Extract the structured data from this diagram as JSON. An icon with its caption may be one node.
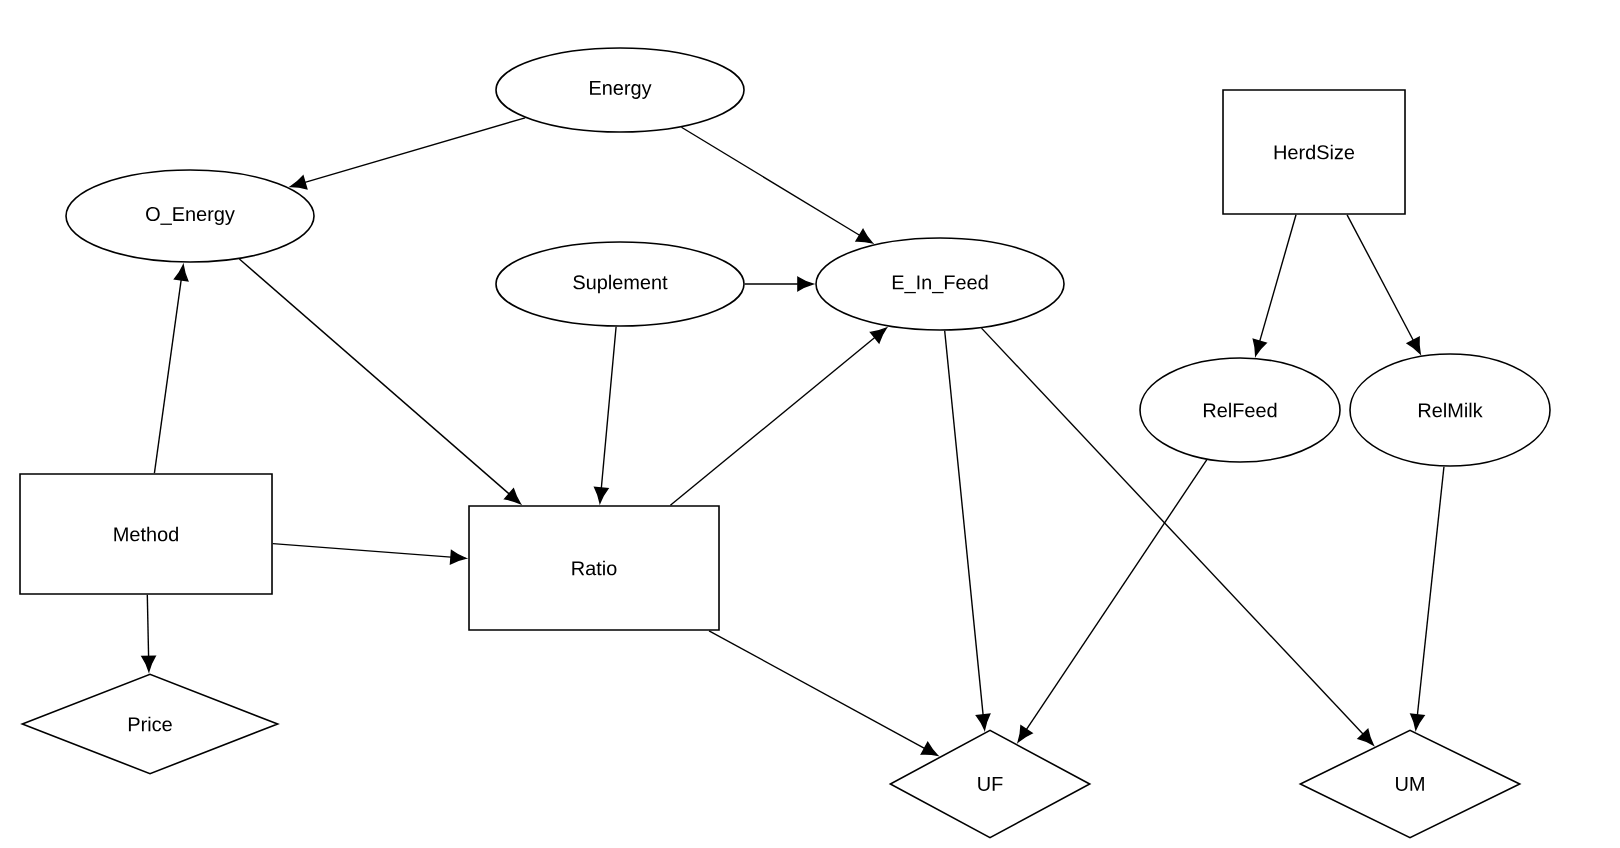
{
  "diagram": {
    "nodes": [
      {
        "text": [
          "Energy"
        ]
      },
      {
        "text": [
          "HerdSize"
        ]
      },
      {
        "text": [
          "O_Energy"
        ]
      },
      {
        "text": [
          "Suplement"
        ]
      },
      {
        "text": [
          "E_In_Feed"
        ]
      },
      {
        "text": [
          "RelFeed"
        ]
      },
      {
        "text": [
          "RelMilk"
        ]
      },
      {
        "text": [
          "Method"
        ]
      },
      {
        "text": [
          "Ratio"
        ]
      },
      {
        "text": [
          "Price"
        ]
      },
      {
        "text": [
          "UF"
        ]
      },
      {
        "text": [
          "UM"
        ]
      }
    ],
    "edges": [
      {
        "from": 0,
        "to": 2,
        "arrow": "to"
      },
      {
        "from": 0,
        "to": 4,
        "arrow": "to"
      },
      {
        "from": 3,
        "to": 4,
        "arrow": "to"
      },
      {
        "from": 3,
        "to": 8,
        "arrow": "to"
      },
      {
        "from": 2,
        "to": 8,
        "arrow": "to"
      },
      {
        "from": 8,
        "to": 4,
        "arrow": "to"
      },
      {
        "from": 7,
        "to": 2,
        "arrow": "to"
      },
      {
        "from": 7,
        "to": 8,
        "arrow": "to"
      },
      {
        "from": 7,
        "to": 9,
        "arrow": "to"
      },
      {
        "from": 8,
        "to": 10,
        "arrow": "to"
      },
      {
        "from": 4,
        "to": 10,
        "arrow": "to"
      },
      {
        "from": 5,
        "to": 10,
        "arrow": "to"
      },
      {
        "from": 4,
        "to": 11,
        "arrow": "to"
      },
      {
        "from": 1,
        "to": 5,
        "arrow": "to"
      },
      {
        "from": 1,
        "to": 6,
        "arrow": "to"
      },
      {
        "from": 6,
        "to": 11,
        "arrow": "to"
      }
    ]
  }
}
